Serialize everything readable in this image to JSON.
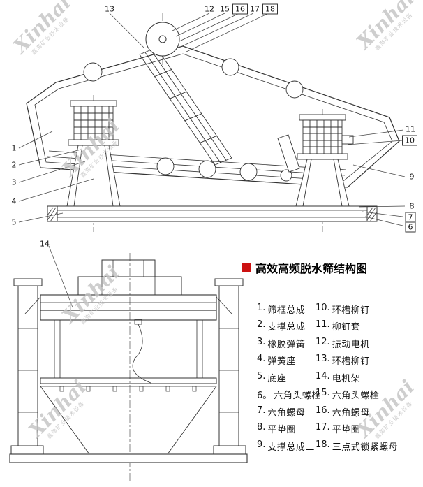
{
  "title": {
    "text": "高效高频脱水筛结构图",
    "bullet_color": "#cc1111"
  },
  "watermark": {
    "brand": "Xinhai",
    "subtext": "鑫海矿业技术设备"
  },
  "callouts": {
    "n1": "1",
    "n2": "2",
    "n3": "3",
    "n4": "4",
    "n5": "5",
    "n6": "6",
    "n7": "7",
    "n8": "8",
    "n9": "9",
    "n10": "10",
    "n11": "11",
    "n12": "12",
    "n13": "13",
    "n14": "14",
    "n15": "15",
    "n16": "16",
    "n17": "17",
    "n18": "18"
  },
  "legend": {
    "rows": [
      {
        "ln": "1.",
        "ll": "筛框总成",
        "rn": "10.",
        "rl": "环槽柳钉"
      },
      {
        "ln": "2.",
        "ll": "支撑总成",
        "rn": "11.",
        "rl": "柳钉套"
      },
      {
        "ln": "3.",
        "ll": "橡胶弹簧",
        "rn": "12.",
        "rl": "振动电机"
      },
      {
        "ln": "4.",
        "ll": "弹簧座",
        "rn": "13.",
        "rl": "环槽柳钉"
      },
      {
        "ln": "5.",
        "ll": "底座",
        "rn": "14.",
        "rl": "电机架"
      },
      {
        "ln": "6。",
        "ll": "六角头螺栓",
        "rn": "15.",
        "rl": "六角头螺栓"
      },
      {
        "ln": "7.",
        "ll": "六角螺母",
        "rn": "16.",
        "rl": "六角螺母"
      },
      {
        "ln": "8.",
        "ll": "平垫圈",
        "rn": "17.",
        "rl": "平垫圈"
      },
      {
        "ln": "9.",
        "ll": "支撑总成二",
        "rn": "18.",
        "rl": "三点式锁紧螺母"
      }
    ]
  }
}
